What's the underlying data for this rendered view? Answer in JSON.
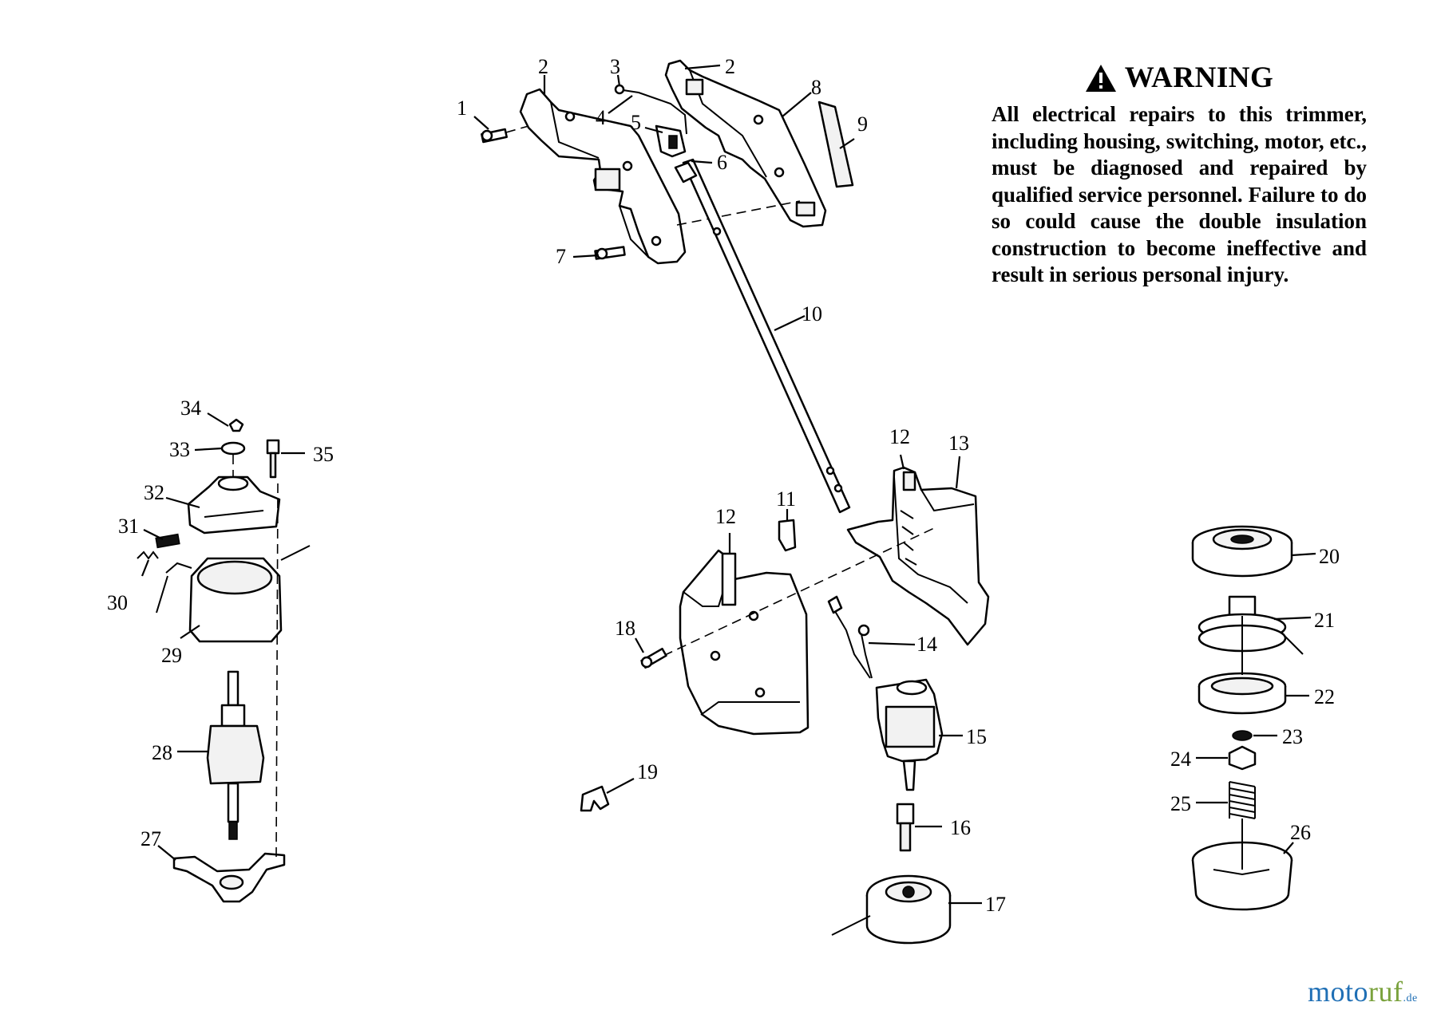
{
  "warning": {
    "title": "WARNING",
    "text": "All electrical repairs to this trimmer, including housing, switching, motor, etc., must be diagnosed and repaired by qualified service personnel. Failure to do so could cause the double insulation construction to become ineffective and result in serious personal injury."
  },
  "brand": {
    "part1": "moto",
    "part2": "ruf",
    "part3": ".de"
  },
  "callouts": [
    "1",
    "2",
    "3",
    "4",
    "5",
    "2",
    "8",
    "9",
    "6",
    "7",
    "10",
    "12",
    "13",
    "11",
    "12",
    "18",
    "14",
    "15",
    "16",
    "17",
    "19",
    "34",
    "33",
    "35",
    "32",
    "31",
    "30",
    "29",
    "28",
    "27",
    "20",
    "21",
    "22",
    "23",
    "24",
    "25",
    "26"
  ]
}
